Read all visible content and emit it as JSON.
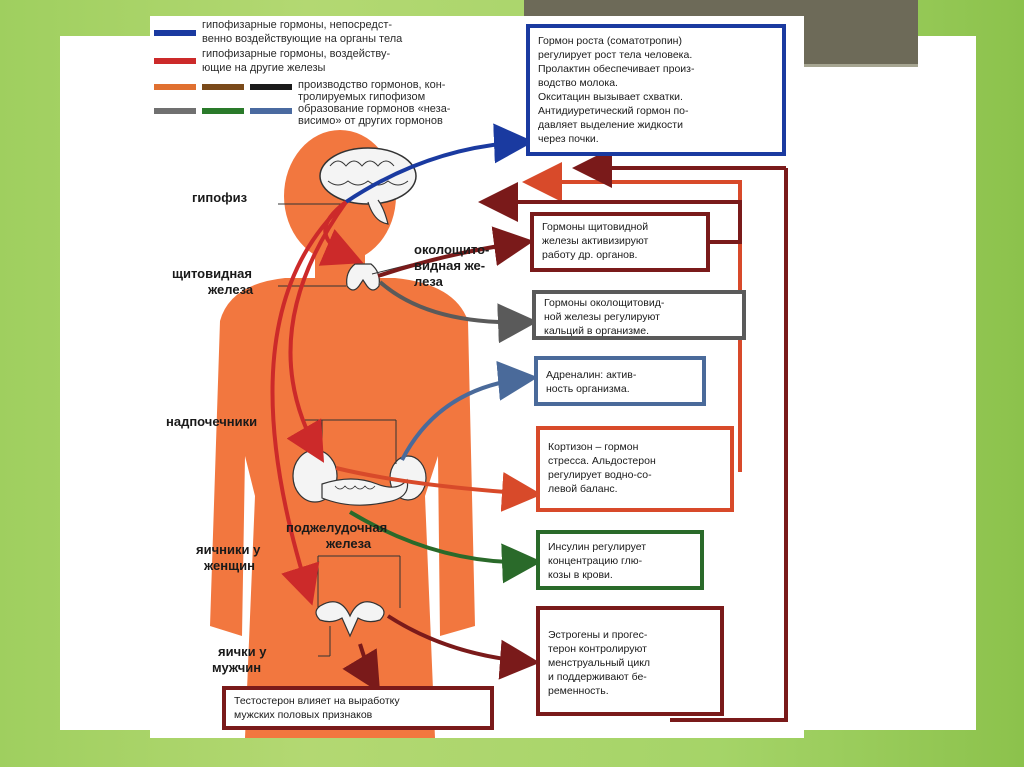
{
  "legend": {
    "items": [
      {
        "lines": [
          "гипофизарные гормоны, непосредст-",
          "венно воздействующие на органы тела"
        ],
        "color": "#1a3aa0"
      },
      {
        "lines": [
          "гипофизарные гормоны, воздейству-",
          "ющие на другие железы"
        ],
        "color": "#cc2a2a"
      },
      {
        "lines": [
          "производство гормонов, кон-",
          "тролируемых гипофизом"
        ],
        "colors": [
          "#e07030",
          "#7a4a1a",
          "#1a1a1a"
        ]
      },
      {
        "lines": [
          "образование гормонов «неза-",
          "висимо» от других гормонов"
        ],
        "colors": [
          "#707070",
          "#2a7a2a",
          "#4a6aa0"
        ]
      }
    ]
  },
  "labels": {
    "pituitary": "гипофиз",
    "thyroid_1": "щитовидная",
    "thyroid_2": "железа",
    "parathyroid_1": "околощито-",
    "parathyroid_2": "видная же-",
    "parathyroid_3": "леза",
    "adrenal": "надпочечники",
    "pancreas_1": "поджелудочная",
    "pancreas_2": "железа",
    "ovaries_1": "яичники у",
    "ovaries_2": "женщин",
    "testes_1": "яички у",
    "testes_2": "мужчин"
  },
  "boxes": {
    "growth": [
      "Гормон роста (соматотропин)",
      "регулирует рост тела человека.",
      "Пролактин обеспечивает произ-",
      "водство молока.",
      "Окситацин вызывает схватки.",
      "Антидиуретический гормон по-",
      "давляет выделение жидкости",
      "через почки."
    ],
    "thyroid": [
      "Гормоны щитовидной",
      "железы активизируют",
      "работу др. органов."
    ],
    "parathyroid": [
      "Гормоны околощитовид-",
      "ной железы регулируют",
      "кальций в организме."
    ],
    "adrenaline": [
      "Адреналин: актив-",
      "ность организма."
    ],
    "cortisol": [
      "Кортизон – гормон",
      "стресса. Альдостерон",
      "регулирует водно-со-",
      "левой баланс."
    ],
    "insulin": [
      "Инсулин регулирует",
      "концентрацию глю-",
      "козы в крови."
    ],
    "estrogen": [
      "Эстрогены и прогес-",
      "терон контролируют",
      "менструальный цикл",
      "и поддерживают бе-",
      "ременность."
    ],
    "testosterone": [
      "Тестостерон влияет на выработку",
      "мужских половых признаков"
    ]
  },
  "colors": {
    "body": "#f2773f",
    "blue": "#1a3aa0",
    "red": "#cc2a2a",
    "orange": "#e05a2a",
    "brown": "#7a1a1a",
    "gray": "#6a6a6a",
    "green": "#2a6a2a",
    "steel": "#4a6a9a"
  }
}
